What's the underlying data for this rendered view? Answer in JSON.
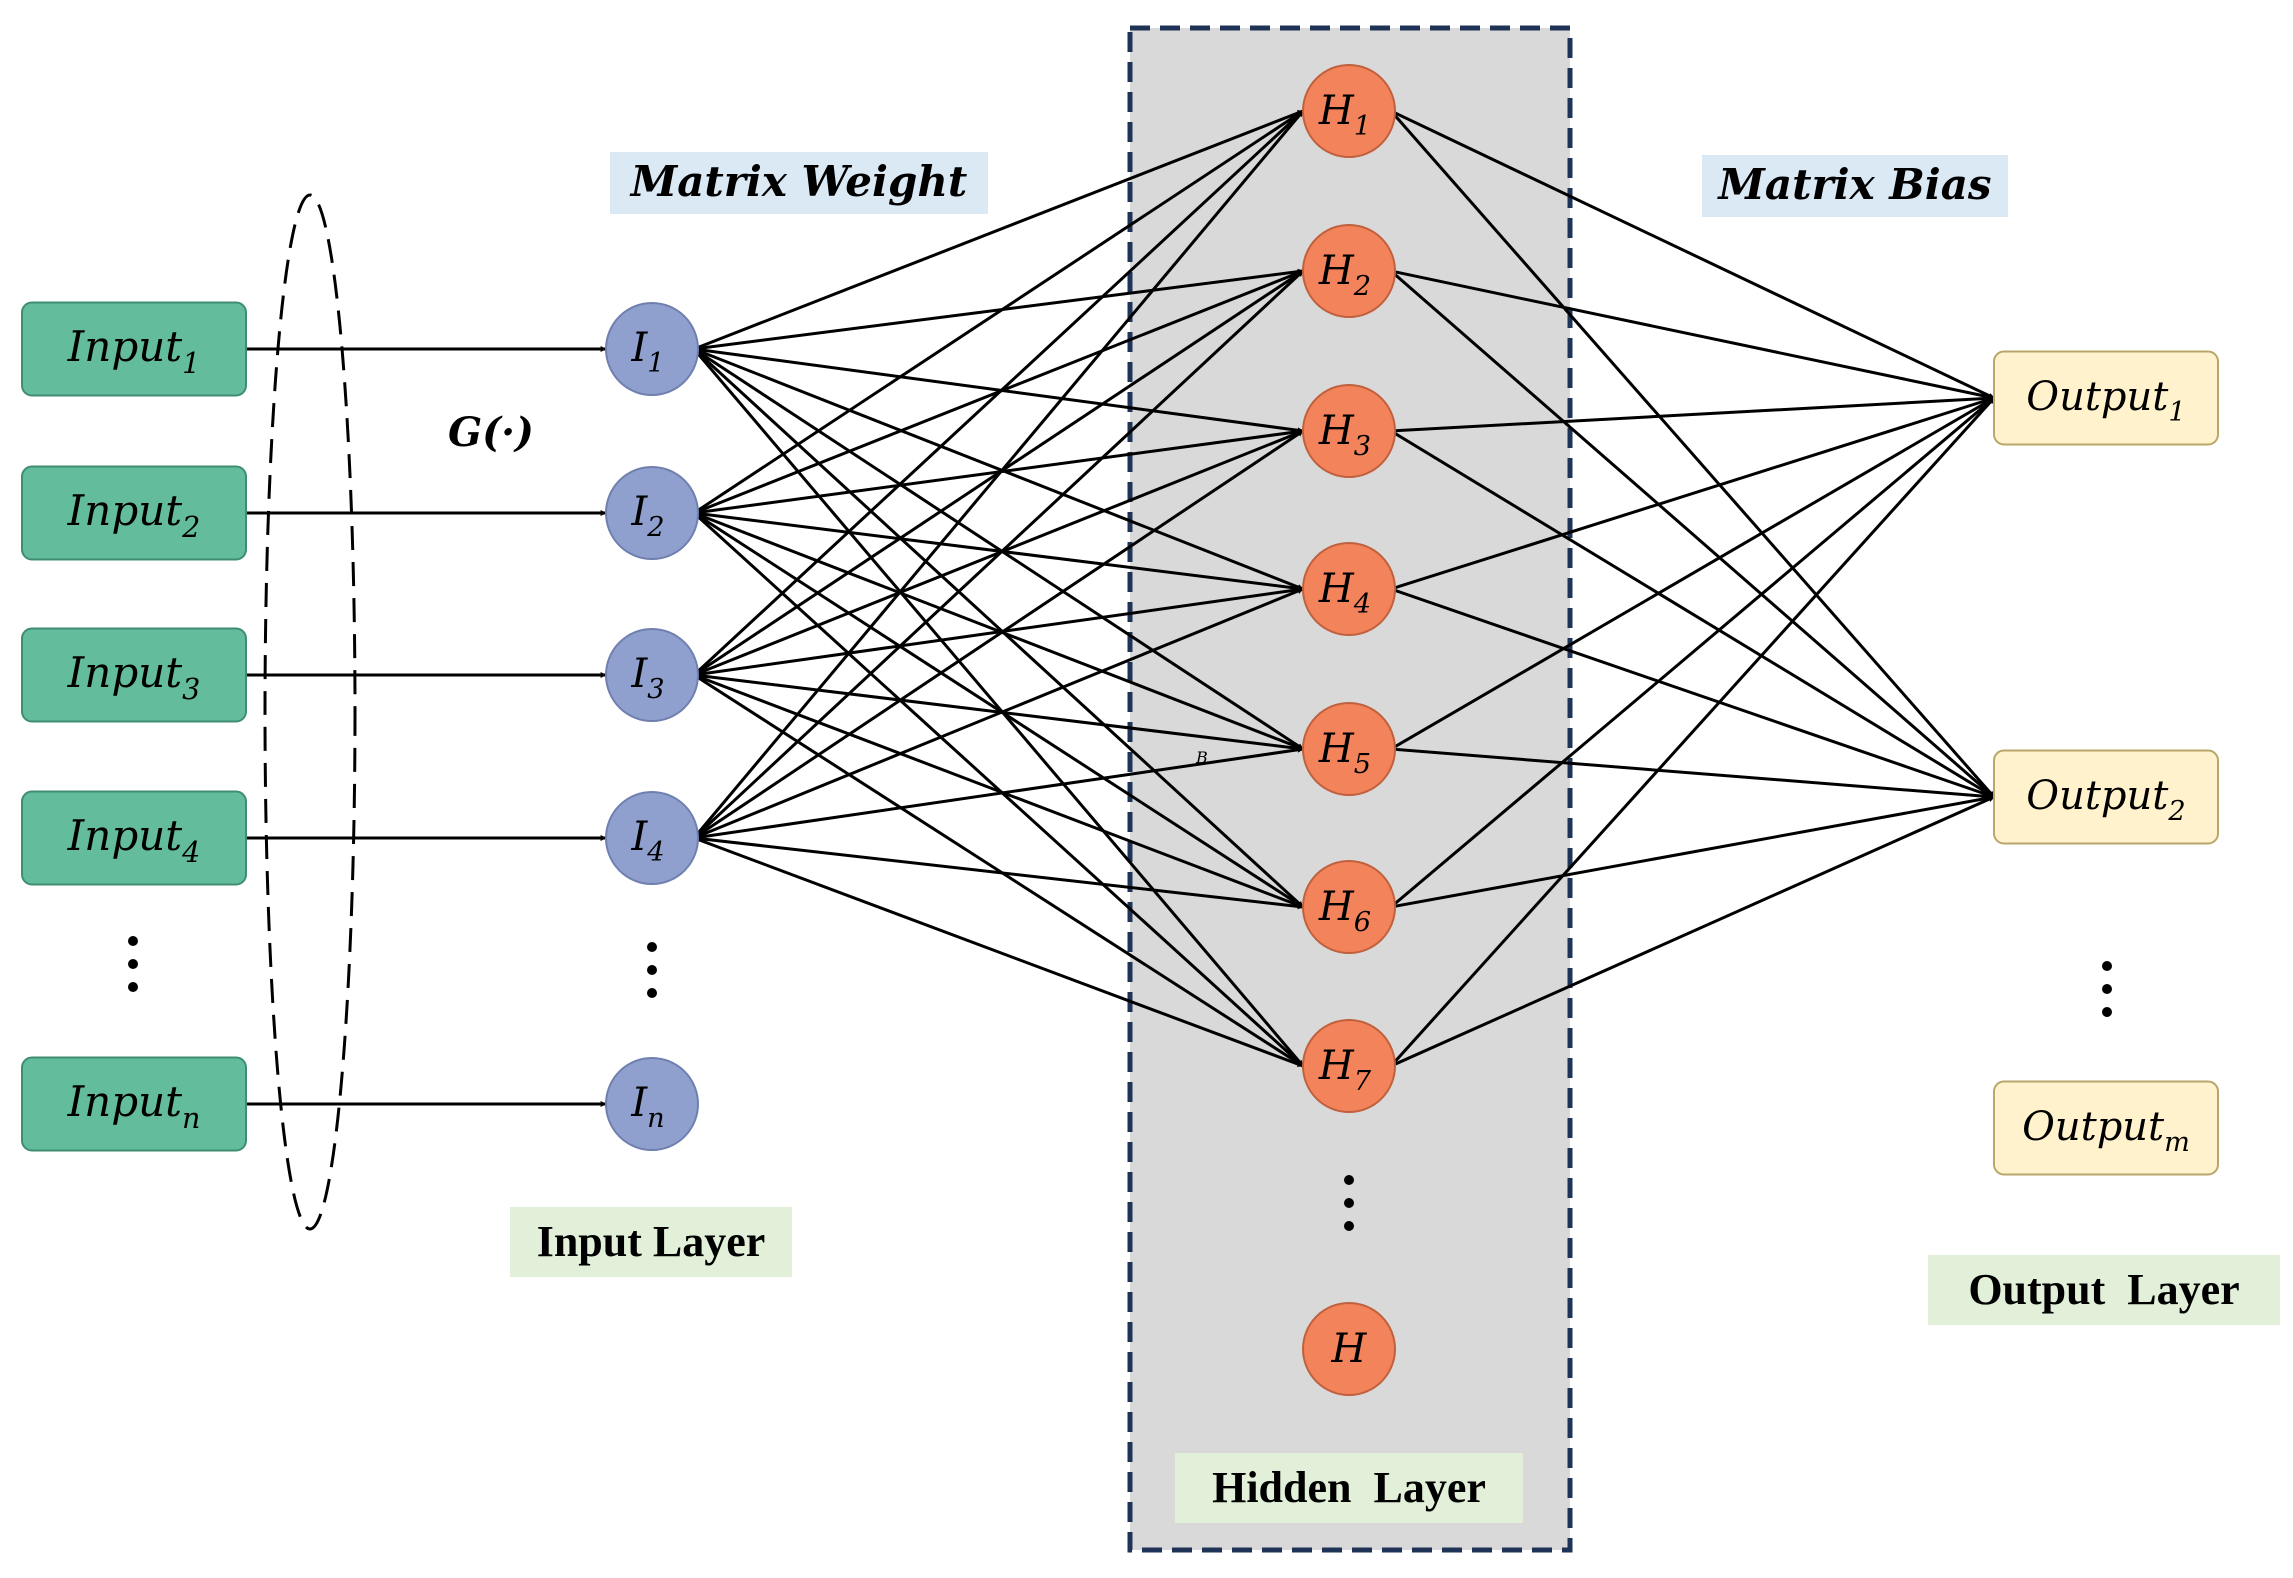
{
  "inputs": [
    {
      "base": "Input",
      "sub": "1"
    },
    {
      "base": "Input",
      "sub": "2"
    },
    {
      "base": "Input",
      "sub": "3"
    },
    {
      "base": "Input",
      "sub": "4"
    },
    {
      "base": "Input",
      "sub": "n"
    }
  ],
  "input_nodes": [
    {
      "base": "I",
      "sub": "1"
    },
    {
      "base": "I",
      "sub": "2"
    },
    {
      "base": "I",
      "sub": "3"
    },
    {
      "base": "I",
      "sub": "4"
    },
    {
      "base": "I",
      "sub": "n"
    }
  ],
  "hidden_nodes": [
    {
      "base": "H",
      "sub": "1"
    },
    {
      "base": "H",
      "sub": "2"
    },
    {
      "base": "H",
      "sub": "3"
    },
    {
      "base": "H",
      "sub": "4"
    },
    {
      "base": "H",
      "sub": "5"
    },
    {
      "base": "H",
      "sub": "6"
    },
    {
      "base": "H",
      "sub": "7"
    },
    {
      "base": "H",
      "sub": ""
    }
  ],
  "outputs": [
    {
      "base": "Output",
      "sub": "1"
    },
    {
      "base": "Output",
      "sub": "2"
    },
    {
      "base": "Output",
      "sub": "m"
    }
  ],
  "labels": {
    "activation": "G(·)",
    "matrix_weight": "Matrix Weight",
    "matrix_bias": "Matrix Bias",
    "input_layer": "Input Layer",
    "hidden_layer": "Hidden  Layer",
    "output_layer": "Output  Layer",
    "stray_mark": "B"
  },
  "colors": {
    "input_box": "#63bc9c",
    "input_node": "#8fa0cf",
    "hidden_node": "#f2835b",
    "output_box": "#fff2cc",
    "hidden_panel": "#d9d9d9",
    "hidden_border": "#1f3356",
    "label_blue_bg": "#dbe9f5",
    "label_green_bg": "#e2f0d9"
  }
}
